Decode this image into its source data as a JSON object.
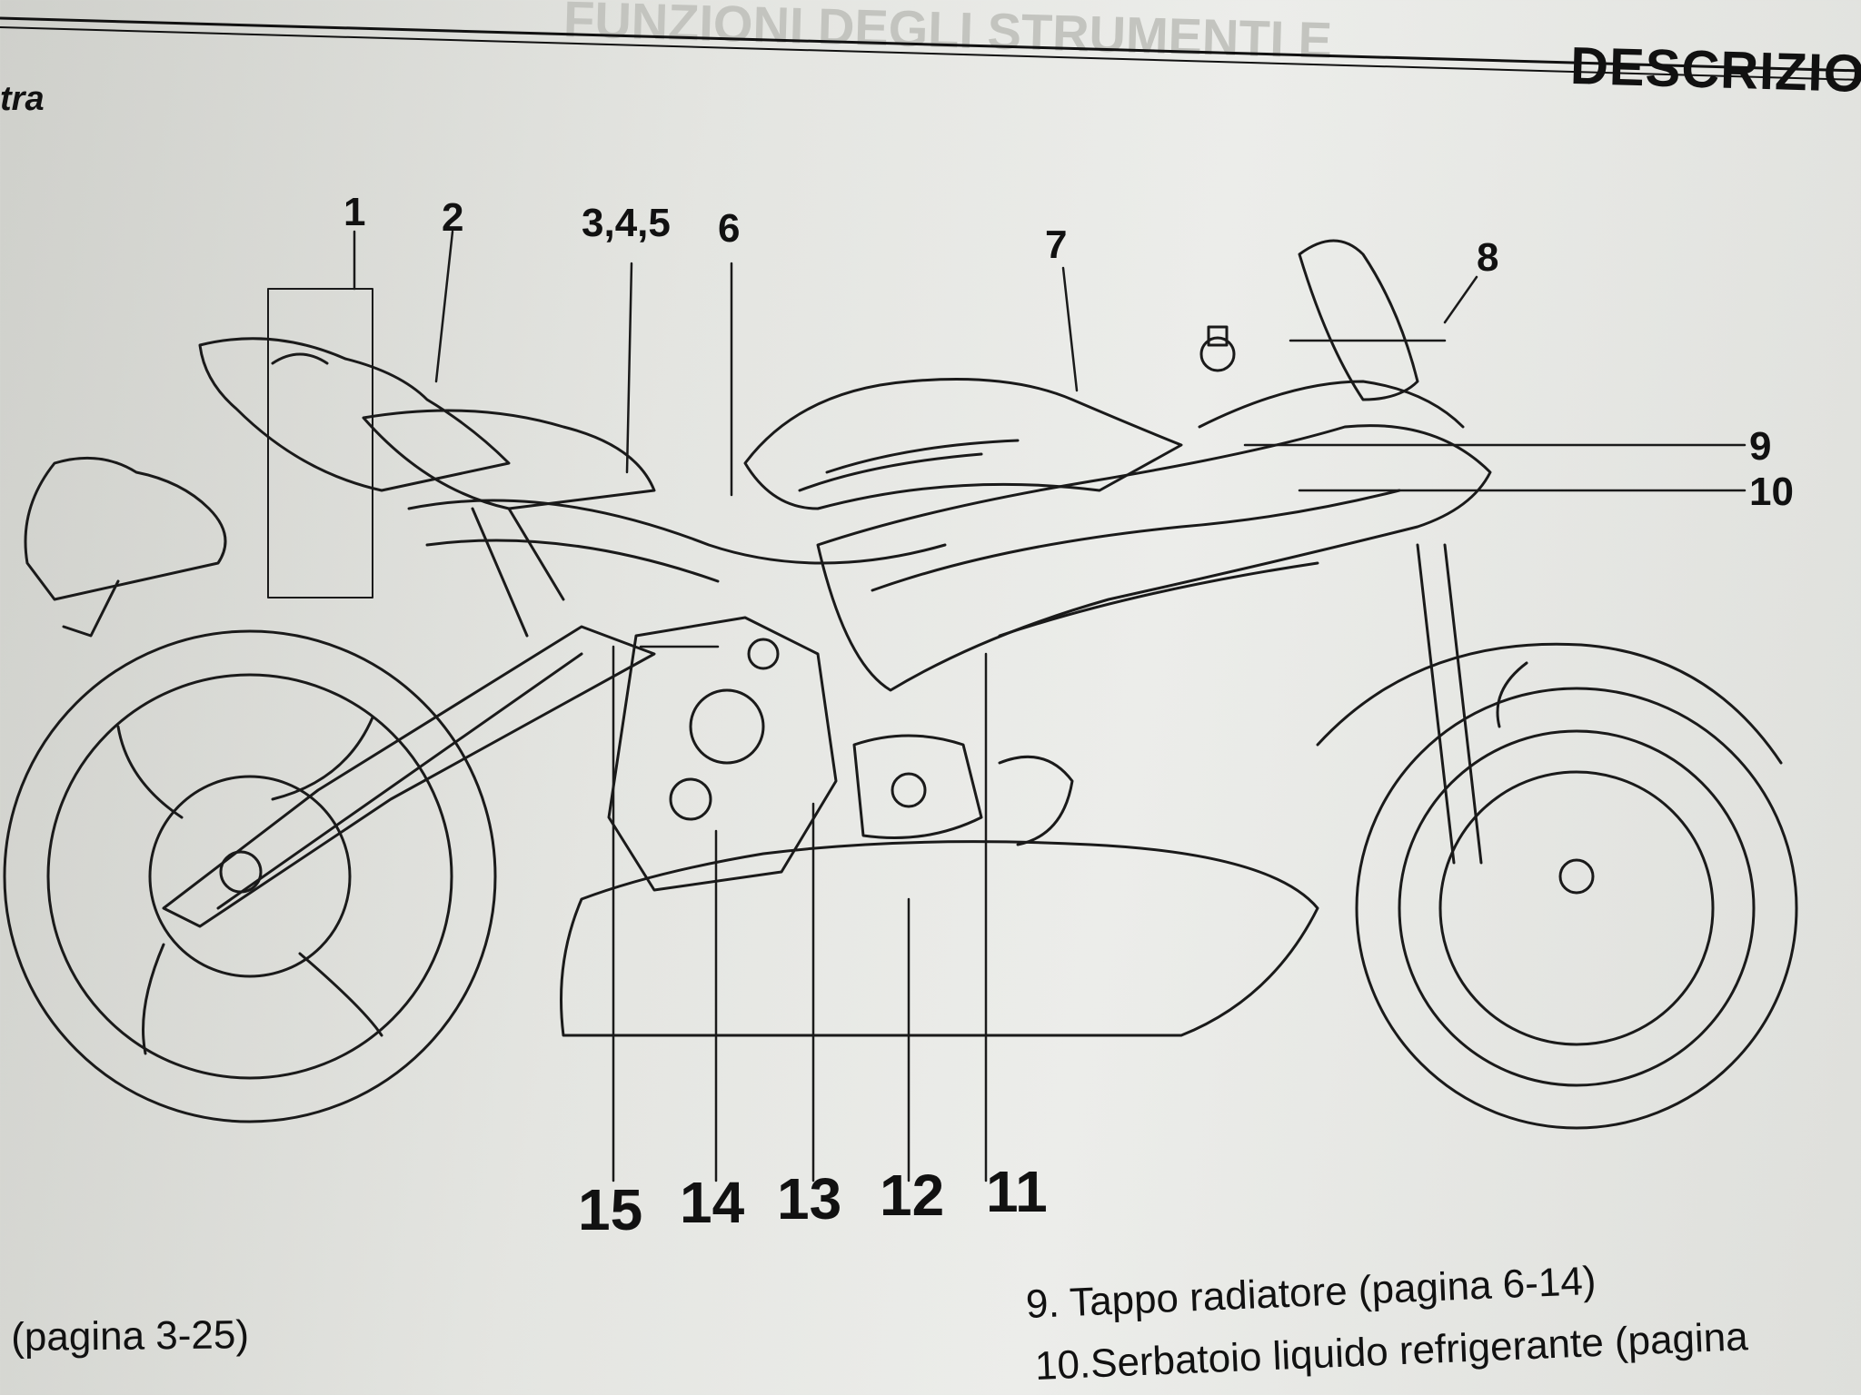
{
  "header": {
    "section_title": "DESCRIZIO",
    "faint_title": "FUNZIONI DEGLI STRUMENTI E",
    "section_tab": "tra"
  },
  "diagram": {
    "callouts_top": [
      "1",
      "2",
      "3,4,5",
      "6",
      "7",
      "8",
      "9",
      "10"
    ],
    "callouts_bottom": [
      "15",
      "14",
      "13",
      "12",
      "11"
    ]
  },
  "captions": {
    "left_page_ref": "(pagina 3-25)",
    "item_9": "9. Tappo radiatore (pagina 6-14)",
    "item_10": "10.Serbatoio liquido refrigerante (pagina"
  },
  "colors": {
    "ink": "#111111",
    "ghost_text": "#b9bab5",
    "paper": "#e4e5e1"
  }
}
